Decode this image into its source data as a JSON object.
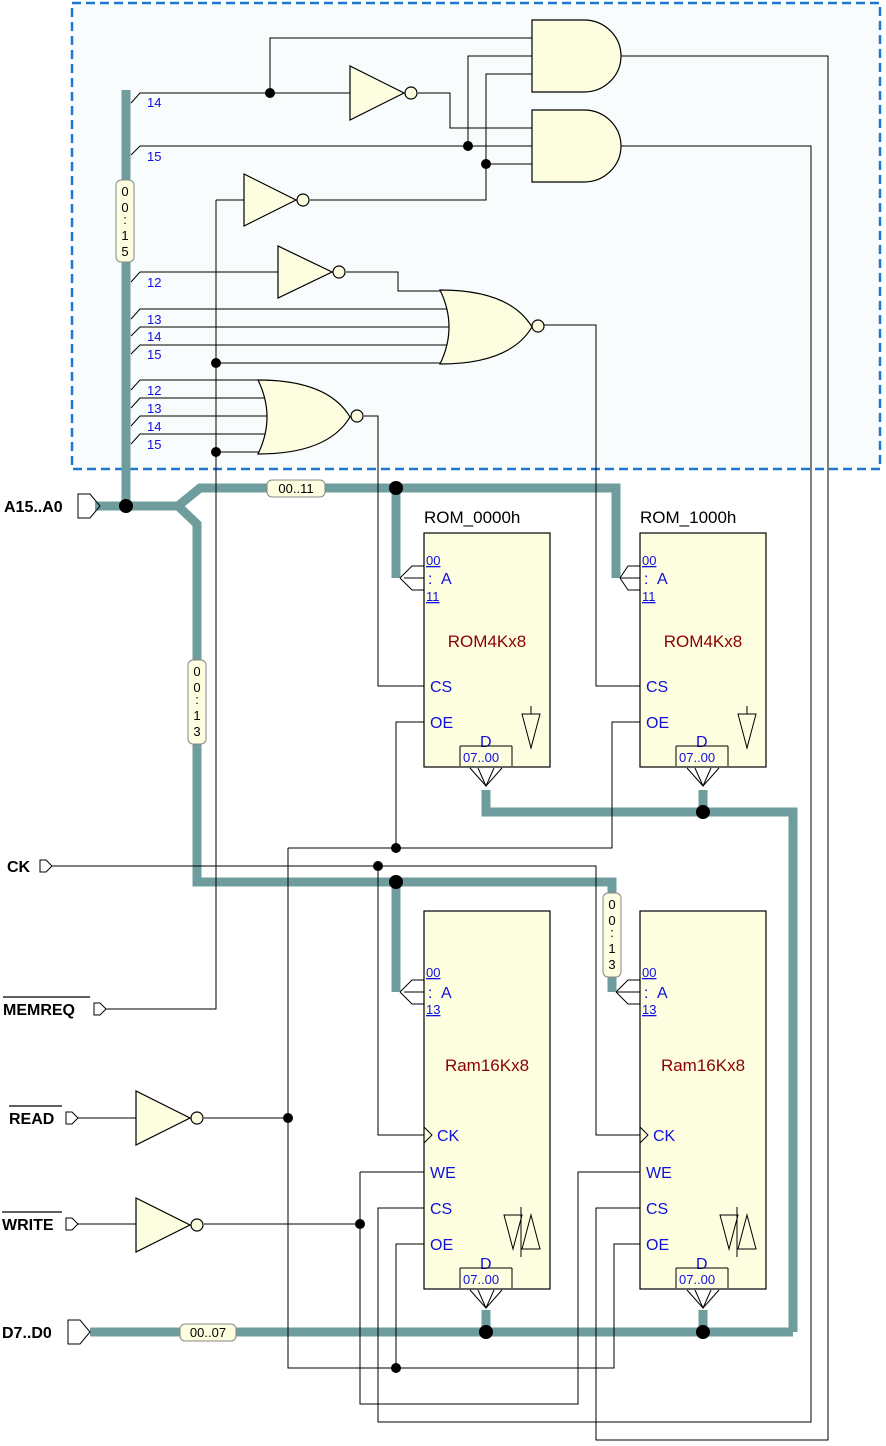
{
  "ports": {
    "addr": "A15..A0",
    "ck": "CK",
    "memreq": "MEMREQ",
    "read": "READ",
    "write": "WRITE",
    "data": "D7..D0"
  },
  "bus_tags": {
    "addr_full": "00:15",
    "addr_rom": "00..11",
    "addr_ram_left": "00:13",
    "addr_ram_right": "00:13",
    "data": "00..07"
  },
  "addr_lines": {
    "and_top": "14",
    "and_bottom": "15",
    "or_a": [
      "12",
      "13",
      "14",
      "15"
    ],
    "or_b": [
      "12",
      "13",
      "14",
      "15"
    ]
  },
  "chips": {
    "rom0": {
      "name": "ROM_0000h",
      "type": "ROM4Kx8",
      "a_hi": "11"
    },
    "rom1": {
      "name": "ROM_1000h",
      "type": "ROM4Kx8",
      "a_hi": "11"
    },
    "ram0": {
      "type": "Ram16Kx8",
      "a_hi": "13"
    },
    "ram1": {
      "type": "Ram16Kx8",
      "a_hi": "13"
    }
  },
  "pins": {
    "a_lo": "00",
    "a": "A",
    "cs": "CS",
    "oe": "OE",
    "we": "WE",
    "ck": "CK",
    "d": "D",
    "d_range": "07..00"
  }
}
